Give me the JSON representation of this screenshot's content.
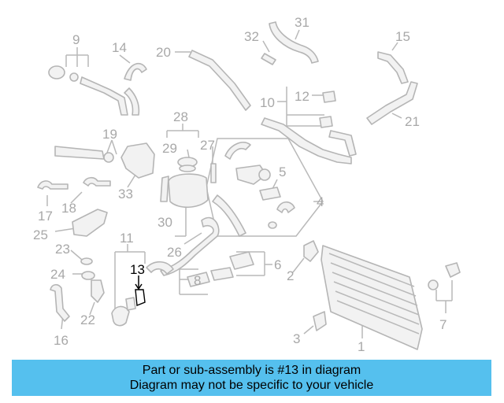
{
  "diagram": {
    "callouts": [
      "1",
      "2",
      "3",
      "4",
      "5",
      "6",
      "7",
      "8",
      "9",
      "10",
      "11",
      "12",
      "13",
      "14",
      "15",
      "16",
      "17",
      "18",
      "19",
      "20",
      "21",
      "22",
      "23",
      "24",
      "25",
      "26",
      "27",
      "28",
      "29",
      "30",
      "31",
      "32",
      "33"
    ],
    "highlighted_part": "13"
  },
  "banner": {
    "line1": "Part or sub-assembly is #13 in diagram",
    "line2": "Diagram may not be specific to your vehicle",
    "color": "#55c0ee"
  }
}
